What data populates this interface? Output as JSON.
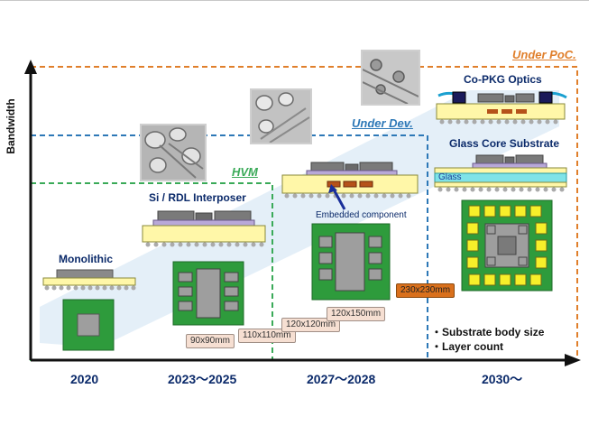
{
  "axis": {
    "y_label": "Bandwidth"
  },
  "status": {
    "hvm": "HVM",
    "under_dev": "Under Dev.",
    "under_poc": "Under PoC."
  },
  "packages": {
    "monolithic": "Monolithic",
    "interposer": "Si / RDL Interposer",
    "embedded": "Embedded component",
    "copkg": "Co-PKG Optics",
    "glass_core": "Glass Core Substrate",
    "glass": "Glass"
  },
  "sizes": [
    "90x90mm",
    "110x110mm",
    "120x120mm",
    "120x150mm",
    "230x230mm"
  ],
  "years": [
    "2020",
    "2023～2025",
    "2027～2028",
    "2030～"
  ],
  "legend": [
    "・Substrate body size",
    "・Layer count"
  ],
  "colors": {
    "hvm": "#3aaa58",
    "under_dev": "#2d78b7",
    "under_poc": "#e07f2b",
    "arrow_band": "#dbe9f6",
    "substrate_green": "#2e9b3c",
    "die_gray": "#9e9e9e"
  }
}
